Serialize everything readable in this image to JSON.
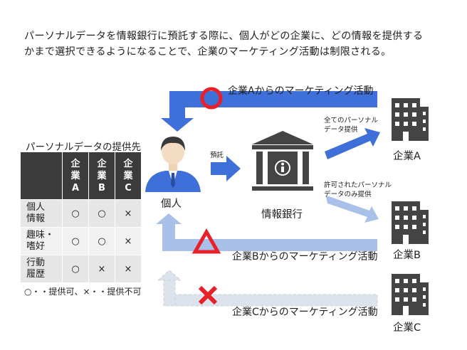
{
  "intro": {
    "line1": "パーソナルデータを情報銀行に預託する際に、個人がどの企業に、どの情報を提供する",
    "line2": "かまで選択できるようになることで、企業のマーケティング活動は制限される。"
  },
  "table": {
    "title": "パーソナルデータの提供先",
    "headers": [
      "企業A",
      "企業B",
      "企業C"
    ],
    "rows": [
      {
        "label": "個人情報",
        "values": [
          "○",
          "○",
          "×"
        ]
      },
      {
        "label": "趣味・嗜好",
        "values": [
          "○",
          "○",
          "×"
        ]
      },
      {
        "label": "行動履歴",
        "values": [
          "○",
          "×",
          "×"
        ]
      }
    ],
    "legend": "○・・提供可、×・・提供不可"
  },
  "person": {
    "label": "個人",
    "icon": "person-icon"
  },
  "bank": {
    "label": "情報銀行",
    "icon": "bank-icon"
  },
  "deposit": {
    "label": "預託"
  },
  "flows": {
    "all_data": "全てのパーソナルデータ提供",
    "permitted_data": "許可されたパーソナルデータのみ提供",
    "marketing_a": "企業Aからのマーケティング活動",
    "marketing_b": "企業Bからのマーケティング活動",
    "marketing_c": "企業Cからのマーケティング活動",
    "mark_a": "○",
    "mark_b": "△",
    "mark_c": "×"
  },
  "companies": [
    {
      "label": "企業A",
      "icon": "building-icon"
    },
    {
      "label": "企業B",
      "icon": "building-icon"
    },
    {
      "label": "企業C",
      "icon": "building-icon"
    }
  ],
  "colors": {
    "blue_strong": "#3f6fd8",
    "blue_light": "#a9c0e8",
    "blue_faint": "#d4dbe6",
    "red": "#e8202a",
    "dark": "#3b3b3b",
    "building": "#444444"
  }
}
